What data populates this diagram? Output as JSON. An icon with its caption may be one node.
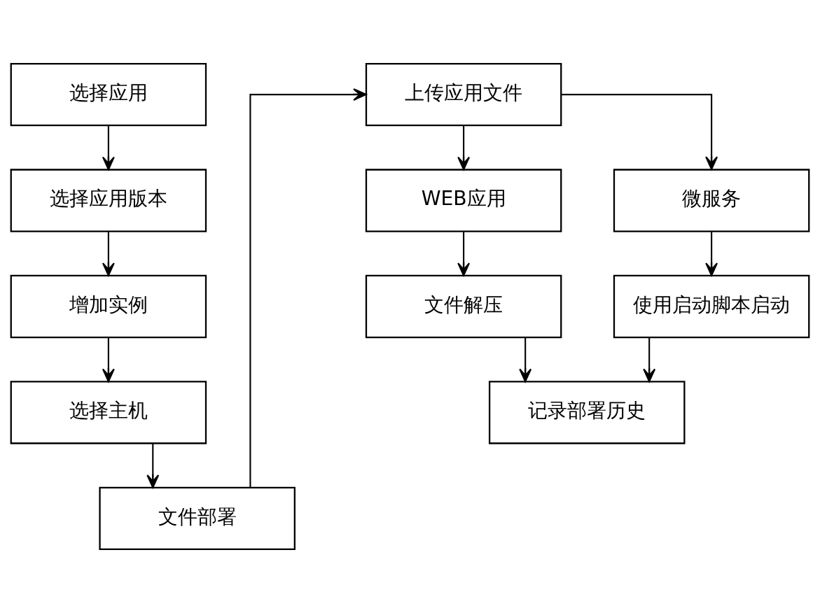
{
  "diagram": {
    "nodes": [
      {
        "text": [
          "选择应用"
        ]
      },
      {
        "text": [
          "选择应用版本"
        ]
      },
      {
        "text": [
          "增加实例"
        ]
      },
      {
        "text": [
          "选择主机"
        ]
      },
      {
        "text": [
          "文件部署"
        ]
      },
      {
        "text": [
          "上传应用文件"
        ]
      },
      {
        "text": [
          "WEB应用"
        ]
      },
      {
        "text": [
          "微服务"
        ]
      },
      {
        "text": [
          "文件解压"
        ]
      },
      {
        "text": [
          "使用启动脚本启动"
        ]
      },
      {
        "text": [
          "记录部署历史"
        ]
      }
    ],
    "edges": [
      {
        "from": 0,
        "to": 1,
        "arrow": "to"
      },
      {
        "from": 1,
        "to": 2,
        "arrow": "to"
      },
      {
        "from": 2,
        "to": 3,
        "arrow": "to"
      },
      {
        "from": 3,
        "to": 4,
        "arrow": "to"
      },
      {
        "from": 4,
        "to": 5,
        "arrow": "to"
      },
      {
        "from": 5,
        "to": 6,
        "arrow": "to"
      },
      {
        "from": 5,
        "to": 7,
        "arrow": "to"
      },
      {
        "from": 6,
        "to": 8,
        "arrow": "to"
      },
      {
        "from": 7,
        "to": 9,
        "arrow": "to"
      },
      {
        "from": 8,
        "to": 10,
        "arrow": "to"
      },
      {
        "from": 9,
        "to": 10,
        "arrow": "to"
      }
    ]
  }
}
